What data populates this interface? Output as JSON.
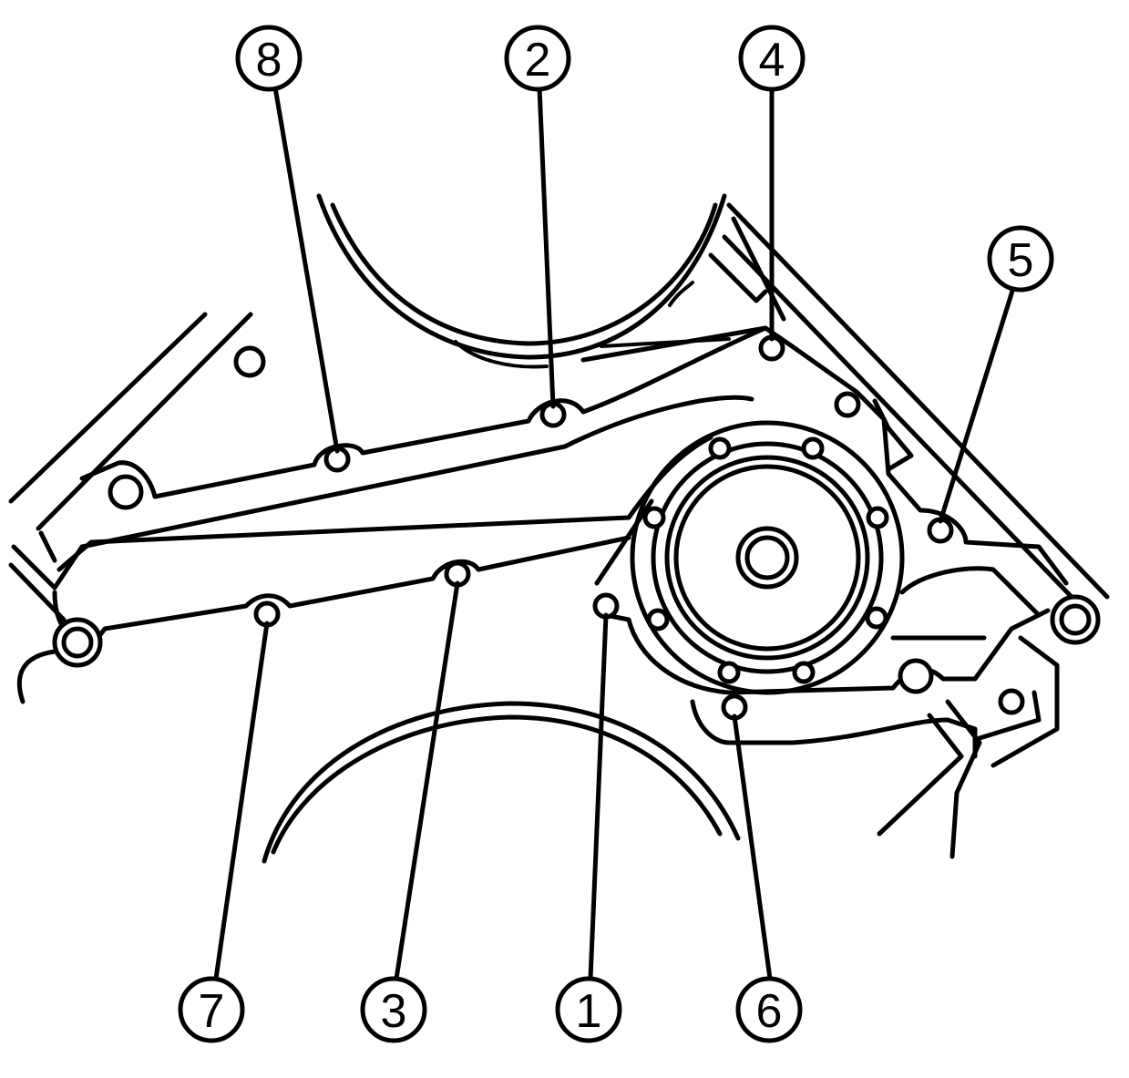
{
  "diagram": {
    "callouts": [
      {
        "id": "c8",
        "label": "8"
      },
      {
        "id": "c2",
        "label": "2"
      },
      {
        "id": "c4",
        "label": "4"
      },
      {
        "id": "c5",
        "label": "5"
      },
      {
        "id": "c7",
        "label": "7"
      },
      {
        "id": "c3",
        "label": "3"
      },
      {
        "id": "c1",
        "label": "1"
      },
      {
        "id": "c6",
        "label": "6"
      }
    ],
    "colors": {
      "ink": "#000000",
      "paper": "#ffffff"
    }
  }
}
